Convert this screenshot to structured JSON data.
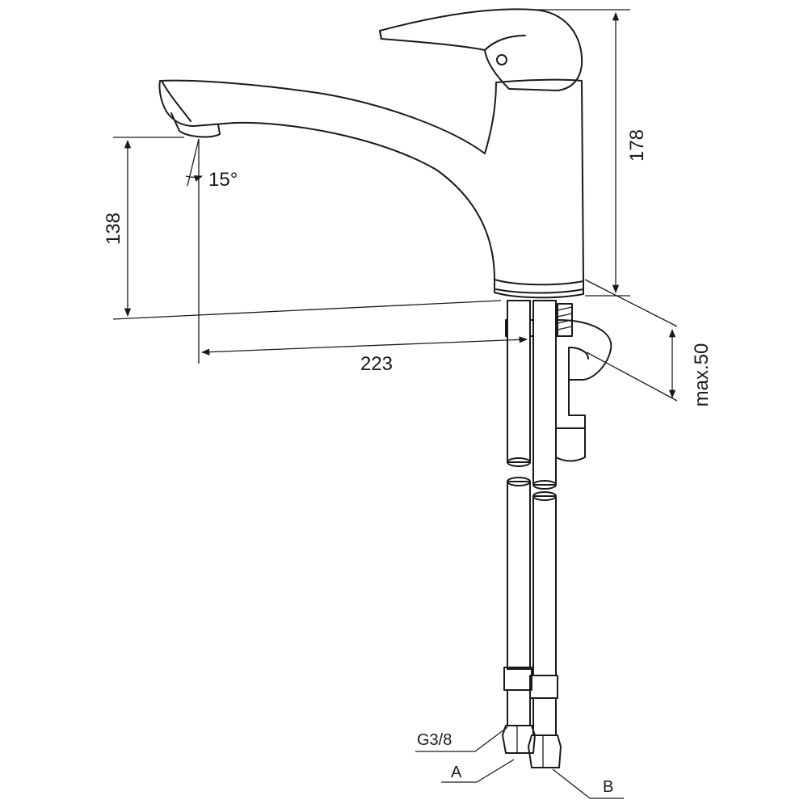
{
  "dimensions": {
    "height_spout": "138",
    "angle": "15°",
    "reach": "223",
    "height_total": "178",
    "mount_thickness": "max.50"
  },
  "connections": {
    "thread": "G3/8",
    "inlet_a": "A",
    "inlet_b": "B"
  }
}
